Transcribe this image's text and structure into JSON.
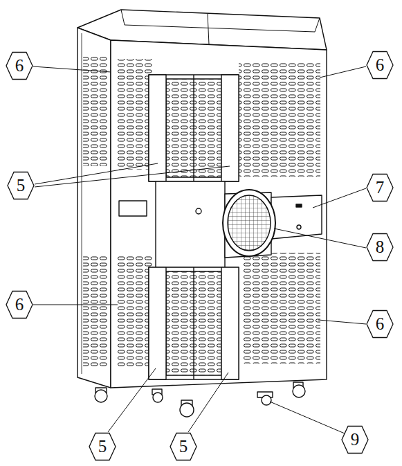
{
  "diagram": {
    "labels": [
      "6",
      "6",
      "5",
      "7",
      "8",
      "6",
      "6",
      "5",
      "5",
      "9"
    ]
  }
}
